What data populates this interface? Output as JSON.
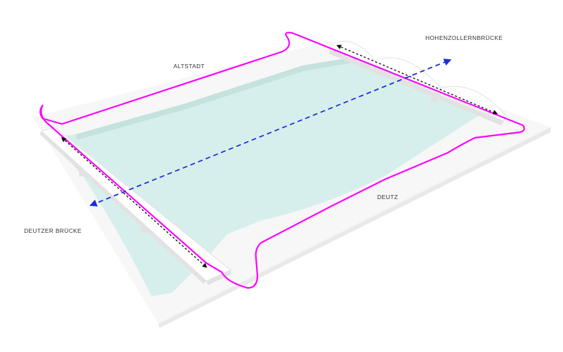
{
  "labels": {
    "altstadt": "ALTSTADT",
    "hohenzollern": "HOHENZOLLERNBRÜCKE",
    "deutz": "DEUTZ",
    "deutzer_bruecke": "DEUTZER BRÜCKE"
  },
  "colors": {
    "water": "#d7efec",
    "water_edge": "#c4e2de",
    "ground": "#f7f7f7",
    "ground_shadow": "#e9e9e9",
    "bridge": "#ffffff",
    "bridge_shade": "#e2e2e2",
    "boundary": "#ff00ff",
    "axis": "#1a2fd6",
    "bridge_route": "#111111"
  },
  "icons": {
    "axis_arrow": "blue-dashed-arrow-icon",
    "bridge_arrow": "black-dashed-double-arrow-icon"
  }
}
